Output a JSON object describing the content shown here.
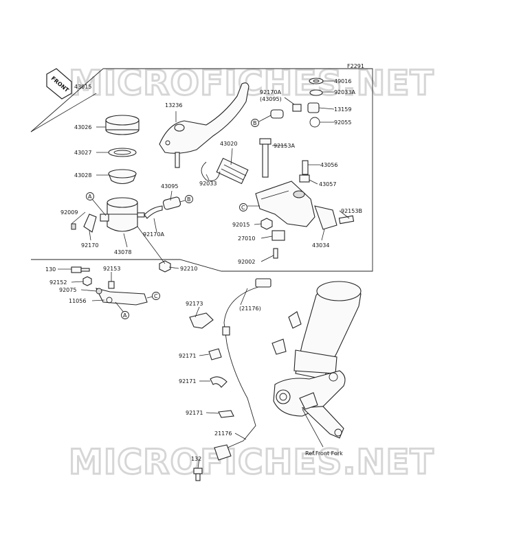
{
  "watermark": [
    "MICROFICHES.NET",
    "MICROFICHES.NET"
  ],
  "figure_code": "F2291",
  "front_tag": "FRONT",
  "reference_note": "Ref.Front Fork",
  "callouts": {
    "a": "A",
    "b": "B",
    "c": "C"
  },
  "part_labels": [
    "43015",
    "43026",
    "43027",
    "43028",
    "92009",
    "92170",
    "43078",
    "13236",
    "43020",
    "92033",
    "43095",
    "92170A",
    "92210",
    "92170A",
    "(43095)",
    "49016",
    "92033A",
    "13159",
    "92055",
    "92153A",
    "43056",
    "43057",
    "92153B",
    "92015",
    "27010",
    "43034",
    "92002",
    "130",
    "92153",
    "92152",
    "92075",
    "11056",
    "92173",
    "(21176)",
    "92171",
    "92171",
    "92171",
    "21176",
    "132"
  ]
}
